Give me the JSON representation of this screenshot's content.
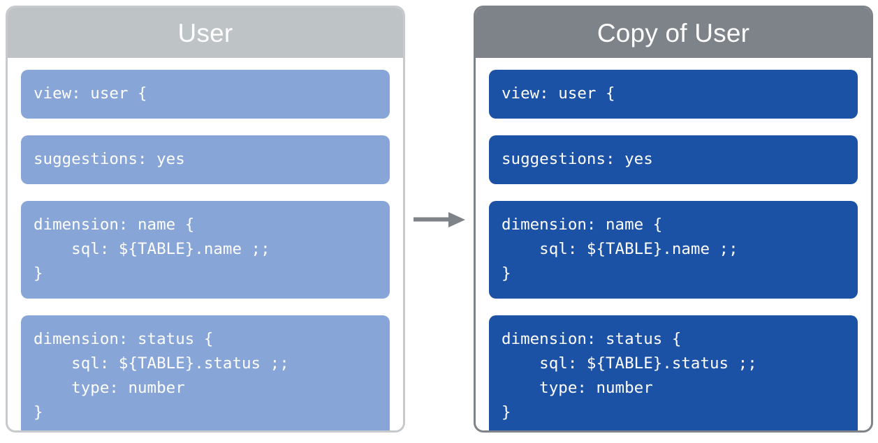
{
  "diagram": {
    "type": "before-after-copy",
    "connector": {
      "icon": "arrow-right-icon",
      "color": "#7e8389",
      "direction": "left-to-right"
    },
    "colors": {
      "left_header_bg": "#bec3c6",
      "right_header_bg": "#7e8389",
      "left_block_bg": "#87a5d6",
      "right_block_bg": "#1c52a5",
      "left_border": "#c6cacd",
      "right_border": "#7e8389",
      "text": "#ffffff",
      "page_bg": "#ffffff"
    },
    "panels": [
      {
        "id": "source",
        "title": "User",
        "blocks": [
          {
            "name": "view-declaration",
            "code": "view: user {"
          },
          {
            "name": "suggestions-parameter",
            "code": "suggestions: yes"
          },
          {
            "name": "dimension-name",
            "code": "dimension: name {\n    sql: ${TABLE}.name ;;\n}"
          },
          {
            "name": "dimension-status",
            "code": "dimension: status {\n    sql: ${TABLE}.status ;;\n    type: number\n}"
          }
        ]
      },
      {
        "id": "copy",
        "title": "Copy of User",
        "blocks": [
          {
            "name": "view-declaration",
            "code": "view: user {"
          },
          {
            "name": "suggestions-parameter",
            "code": "suggestions: yes"
          },
          {
            "name": "dimension-name",
            "code": "dimension: name {\n    sql: ${TABLE}.name ;;\n}"
          },
          {
            "name": "dimension-status",
            "code": "dimension: status {\n    sql: ${TABLE}.status ;;\n    type: number\n}"
          }
        ]
      }
    ]
  }
}
